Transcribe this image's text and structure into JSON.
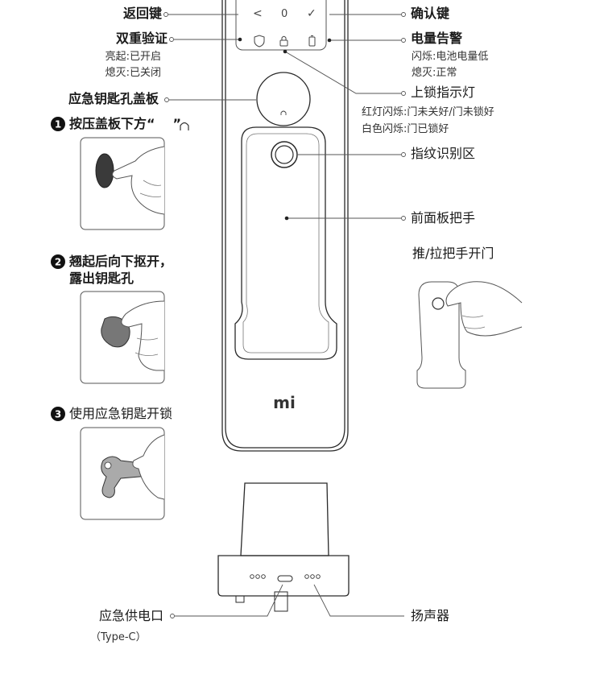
{
  "labels": {
    "back_key": "返回键",
    "double_verify": "双重验证",
    "double_verify_on": "亮起:已开启",
    "double_verify_off": "熄灭:已关闭",
    "key_cover": "应急钥匙孔盖板",
    "confirm_key": "确认键",
    "battery_alert": "电量告警",
    "battery_blink": "闪烁:电池电量低",
    "battery_off": "熄灭:正常",
    "lock_indicator": "上锁指示灯",
    "lock_red": "红灯闪烁:门未关好/门未锁好",
    "lock_white": "白色闪烁:门已锁好",
    "fingerprint": "指纹识别区",
    "front_handle": "前面板把手",
    "push_pull": "推/拉把手开门",
    "brand": "mi",
    "usb_port": "应急供电口",
    "usb_type": "（Type-C）",
    "speaker": "扬声器"
  },
  "steps": [
    {
      "num": "1",
      "text": "按压盖板下方“",
      "suffix": "”"
    },
    {
      "num": "2",
      "text": "翘起后向下抠开，",
      "text2": "露出钥匙孔"
    },
    {
      "num": "3",
      "text": "使用应急钥匙开锁"
    }
  ],
  "keypad": {
    "back": "<",
    "zero": "0",
    "ok": "✓"
  }
}
